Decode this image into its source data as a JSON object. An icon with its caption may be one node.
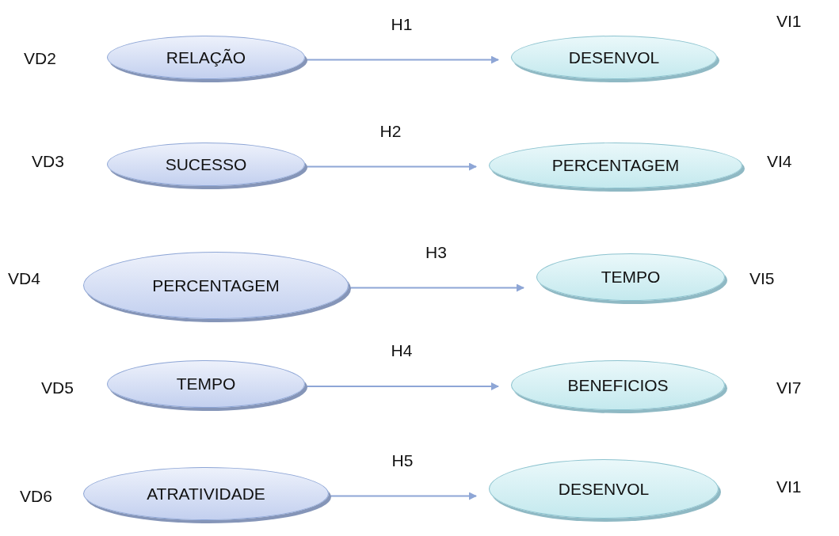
{
  "diagram": {
    "nodes": [
      {
        "text": [
          "RELAÇÃO"
        ],
        "beside": [
          "VD2"
        ]
      },
      {
        "text": [
          "DESENVOL"
        ],
        "beside": [
          "VI1"
        ]
      },
      {
        "text": [
          "SUCESSO"
        ],
        "beside": [
          "VD3"
        ]
      },
      {
        "text": [
          "PERCENTAGEM"
        ],
        "beside": [
          "VI4"
        ]
      },
      {
        "text": [
          "PERCENTAGEM"
        ],
        "beside": [
          "VD4"
        ]
      },
      {
        "text": [
          "TEMPO"
        ],
        "beside": [
          "VI5"
        ]
      },
      {
        "text": [
          "TEMPO"
        ],
        "beside": [
          "VD5"
        ]
      },
      {
        "text": [
          "BENEFICIOS"
        ],
        "beside": [
          "VI7"
        ]
      },
      {
        "text": [
          "ATRATIVIDADE"
        ],
        "beside": [
          "VD6"
        ]
      },
      {
        "text": [
          "DESENVOL"
        ],
        "beside": [
          "VI1"
        ]
      }
    ],
    "edges": [
      {
        "from": 0,
        "to": 1,
        "arrow": "to",
        "label": "H1"
      },
      {
        "from": 2,
        "to": 3,
        "arrow": "to",
        "label": "H2"
      },
      {
        "from": 4,
        "to": 5,
        "arrow": "to",
        "label": "H3"
      },
      {
        "from": 6,
        "to": 7,
        "arrow": "to",
        "label": "H4"
      },
      {
        "from": 8,
        "to": 9,
        "arrow": "to",
        "label": "H5"
      }
    ]
  }
}
